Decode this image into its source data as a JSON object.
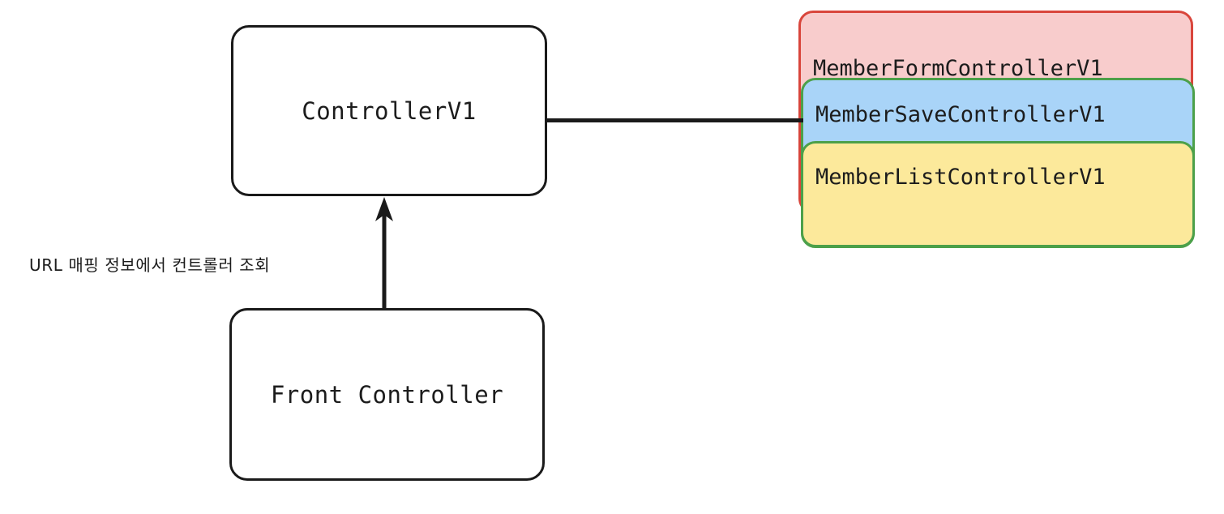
{
  "diagram": {
    "nodes": {
      "controller_interface": {
        "label": "ControllerV1"
      },
      "front_controller": {
        "label": "Front Controller"
      }
    },
    "edges": {
      "front_to_controller": {
        "label": "URL 매핑 정보에서 컨트롤러 조회",
        "arrow": "up-arrow-icon"
      },
      "controller_to_stack": {
        "label": "",
        "arrow": "plain-line"
      }
    },
    "implementation_stack": [
      {
        "label": "MemberFormControllerV1",
        "fill": "#f8cccc",
        "border": "#d9463c"
      },
      {
        "label": "MemberSaveControllerV1",
        "fill": "#a9d4f8",
        "border": "#4ca04a"
      },
      {
        "label": "MemberListControllerV1",
        "fill": "#fce99b",
        "border": "#4ca04a"
      }
    ],
    "colors": {
      "node_border": "#1a1a1a",
      "node_fill": "#ffffff",
      "text": "#1c1c1c",
      "canvas": "#ffffff"
    }
  }
}
